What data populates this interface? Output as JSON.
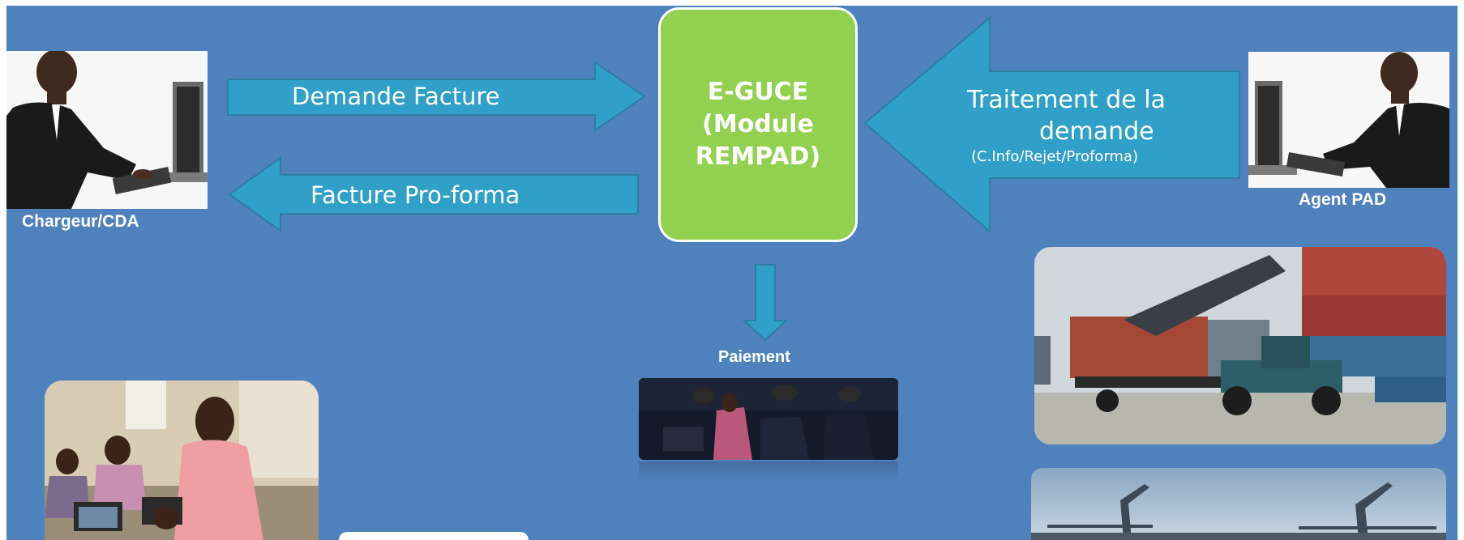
{
  "diagram": {
    "center_box": {
      "line1": "E-GUCE",
      "line2": "(Module",
      "line3": "REMPAD)"
    },
    "arrow_request": {
      "label": "Demande Facture"
    },
    "arrow_proforma": {
      "label": "Facture Pro-forma"
    },
    "arrow_treatment": {
      "line1": "Traitement de la",
      "line2": "demande",
      "sub": "(C.Info/Rejet/Proforma)"
    },
    "actor_left": {
      "caption": "Chargeur/CDA"
    },
    "actor_right": {
      "caption": "Agent PAD"
    },
    "payment": {
      "caption": "Paiement"
    }
  },
  "colors": {
    "background": "#4f81bd",
    "arrow_fill": "#31a0c8",
    "arrow_stroke": "#2b7ea1",
    "center_box": "#92d050"
  },
  "icons": [
    "person-at-computer-photo",
    "container-handler-photo",
    "port-cranes-photo",
    "office-workers-photo",
    "payment-office-photo"
  ]
}
